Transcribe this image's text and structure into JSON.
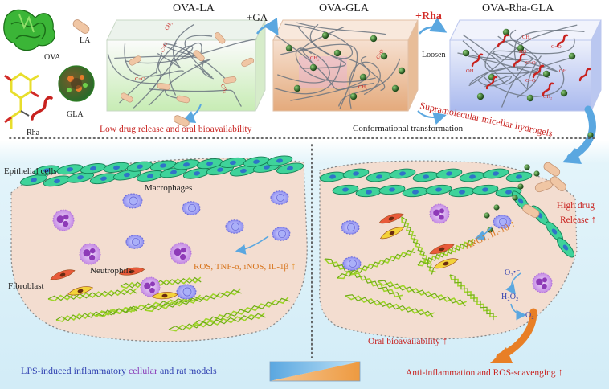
{
  "top": {
    "box1_title": "OVA-LA",
    "box2_title": "OVA-GLA",
    "box3_title": "OVA-Rha-GLA",
    "plus_ga": "+GA",
    "plus_rha": "+Rha",
    "loosen": "Loosen",
    "low_release": "Low drug release and oral bioavailability",
    "conformational": "Conformational transformation",
    "supramolecular": "Supramolecular micellar hydrogels",
    "legend_ova": "OVA",
    "legend_la": "LA",
    "legend_rha": "Rha",
    "legend_gla": "GLA",
    "mol_ch2": "CH₂",
    "mol_co": "C=O",
    "mol_ho": "HO",
    "mol_oh": "OH"
  },
  "left_panel": {
    "epithelial": "Epithelial cells",
    "macrophages": "Macrophages",
    "neutrophils": "Neutrophils",
    "fibroblast": "Fibroblast",
    "ros_markers": "ROS, TNF-α, iNOS, IL-1β"
  },
  "right_panel": {
    "high_drug": "High drug",
    "release": "Release",
    "arg_markers": "ARG1, IL-10",
    "o2_minus": "O₂•⁻",
    "h2o2": "H₂O₂",
    "o2": "O₂",
    "oral_bio": "Oral bioavailability",
    "anti_inflammation": "Anti-inflammation and ROS-scavenging"
  },
  "bottom": {
    "lps_a": "LPS-induced inflammatory",
    "lps_b": "cellular",
    "lps_c": "and rat models"
  },
  "symbols": {
    "up_arrow": "↑"
  },
  "colors": {
    "title_red": "#c8221f",
    "marker_orange": "#d8761f",
    "macrophage": "#8f8ff0",
    "neutrophil": "#b070d8",
    "epithelial": "#3fd39a",
    "fibroblast_red": "#e85a3a",
    "fibroblast_yellow": "#f3d23a",
    "collagen": "#9fd42a",
    "tissue": "#f3ddd0",
    "bottom_blue": "#2f3fb0"
  }
}
